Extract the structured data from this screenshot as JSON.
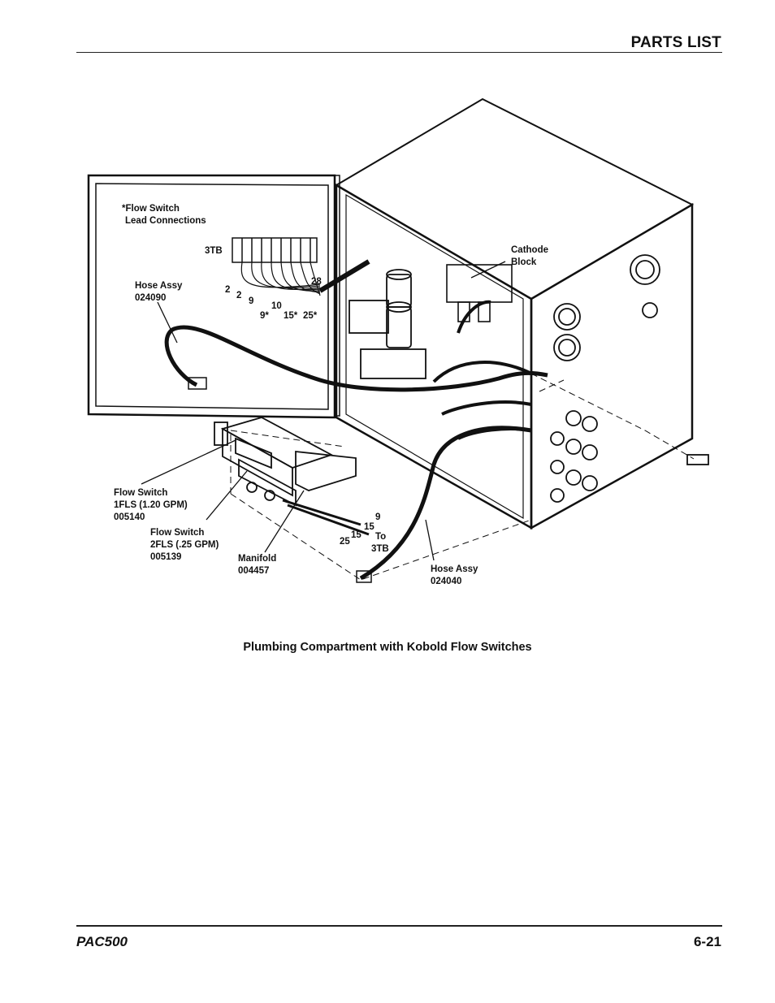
{
  "header": {
    "title": "PARTS LIST"
  },
  "figure": {
    "labels": {
      "flow_switch_leads_1": "*Flow Switch",
      "flow_switch_leads_2": "Lead Connections",
      "tb3": "3TB",
      "hose_assy_1_title": "Hose Assy",
      "hose_assy_1_num": "024090",
      "cathode_1": "Cathode",
      "cathode_2": "Block",
      "fs1_title": "Flow Switch",
      "fs1_model": "1FLS (1.20 GPM)",
      "fs1_num": "005140",
      "fs2_title": "Flow Switch",
      "fs2_model": "2FLS (.25 GPM)",
      "fs2_num": "005139",
      "manifold_title": "Manifold",
      "manifold_num": "004457",
      "hose_assy_2_title": "Hose Assy",
      "hose_assy_2_num": "024040",
      "to_1": "To",
      "to_2": "3TB"
    },
    "terminals": {
      "t_2a": "2",
      "t_2b": "2",
      "t_9": "9",
      "t_9s": "9*",
      "t_10": "10",
      "t_15s": "15*",
      "t_25s": "25*",
      "t_28": "28",
      "w_9": "9",
      "w_15a": "15",
      "w_15b": "15",
      "w_25": "25"
    }
  },
  "caption": "Plumbing Compartment with Kobold Flow Switches",
  "footer": {
    "model": "PAC500",
    "page": "6-21"
  }
}
